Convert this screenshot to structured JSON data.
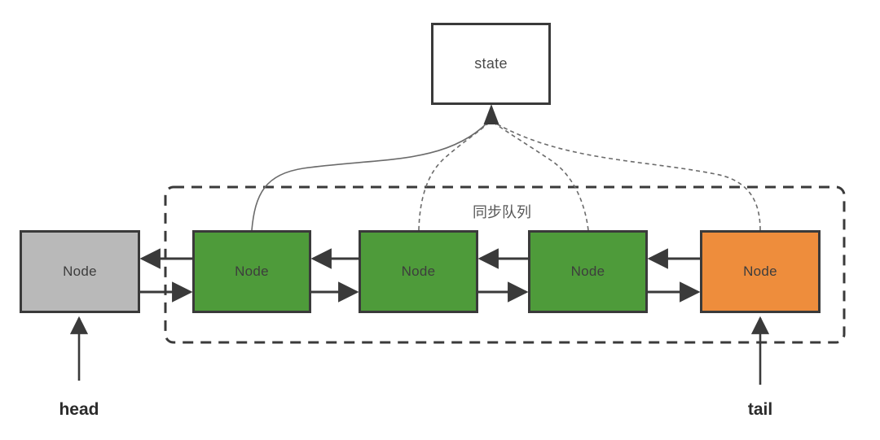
{
  "state_box": {
    "label": "state"
  },
  "queue_box": {
    "label": "同步队列"
  },
  "nodes": [
    {
      "label": "Node",
      "role": "head",
      "color": "#b9b9b9"
    },
    {
      "label": "Node",
      "role": "waiter",
      "color": "#4e9b3a"
    },
    {
      "label": "Node",
      "role": "waiter",
      "color": "#4e9b3a"
    },
    {
      "label": "Node",
      "role": "waiter",
      "color": "#4e9b3a"
    },
    {
      "label": "Node",
      "role": "tail",
      "color": "#ee8d3c"
    }
  ],
  "pointer_labels": {
    "head": "head",
    "tail": "tail"
  },
  "colors": {
    "head_node_fill": "#b9b9b9",
    "waiter_node_fill": "#4e9b3a",
    "tail_node_fill": "#ee8d3c",
    "box_border": "#3a3a3a",
    "arrow_line": "#3a3a3a",
    "reference_curve": "#6b6b6b",
    "background": "#ffffff"
  }
}
